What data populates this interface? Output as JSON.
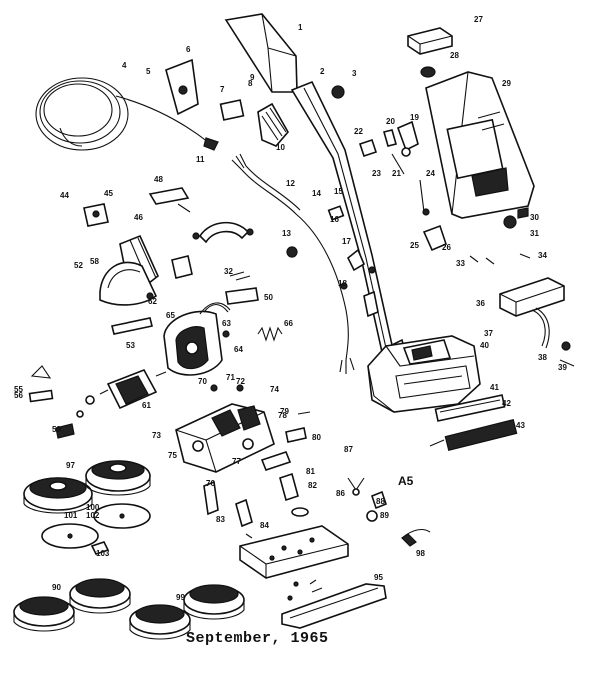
{
  "caption": "September, 1965",
  "sheet_code": "A5",
  "part_labels": [
    {
      "id": "1",
      "text": "1"
    },
    {
      "id": "2",
      "text": "2"
    },
    {
      "id": "3",
      "text": "3"
    },
    {
      "id": "4",
      "text": "4"
    },
    {
      "id": "5",
      "text": "5"
    },
    {
      "id": "6",
      "text": "6"
    },
    {
      "id": "7",
      "text": "7"
    },
    {
      "id": "8",
      "text": "8"
    },
    {
      "id": "9",
      "text": "9"
    },
    {
      "id": "10",
      "text": "10"
    },
    {
      "id": "11",
      "text": "11"
    },
    {
      "id": "12",
      "text": "12"
    },
    {
      "id": "13",
      "text": "13"
    },
    {
      "id": "14",
      "text": "14"
    },
    {
      "id": "15",
      "text": "15"
    },
    {
      "id": "16",
      "text": "16"
    },
    {
      "id": "17",
      "text": "17"
    },
    {
      "id": "18",
      "text": "18"
    },
    {
      "id": "19",
      "text": "19"
    },
    {
      "id": "20",
      "text": "20"
    },
    {
      "id": "21",
      "text": "21"
    },
    {
      "id": "22",
      "text": "22"
    },
    {
      "id": "23",
      "text": "23"
    },
    {
      "id": "24",
      "text": "24"
    },
    {
      "id": "25",
      "text": "25"
    },
    {
      "id": "26",
      "text": "26"
    },
    {
      "id": "27",
      "text": "27"
    },
    {
      "id": "28",
      "text": "28"
    },
    {
      "id": "29",
      "text": "29"
    },
    {
      "id": "30",
      "text": "30"
    },
    {
      "id": "31",
      "text": "31"
    },
    {
      "id": "32",
      "text": "32"
    },
    {
      "id": "33",
      "text": "33"
    },
    {
      "id": "34",
      "text": "34"
    },
    {
      "id": "36",
      "text": "36"
    },
    {
      "id": "37",
      "text": "37"
    },
    {
      "id": "38",
      "text": "38"
    },
    {
      "id": "39",
      "text": "39"
    },
    {
      "id": "40",
      "text": "40"
    },
    {
      "id": "41",
      "text": "41"
    },
    {
      "id": "42",
      "text": "42"
    },
    {
      "id": "43",
      "text": "43"
    },
    {
      "id": "44",
      "text": "44"
    },
    {
      "id": "45",
      "text": "45"
    },
    {
      "id": "46",
      "text": "46"
    },
    {
      "id": "48",
      "text": "48"
    },
    {
      "id": "50",
      "text": "50"
    },
    {
      "id": "52",
      "text": "52"
    },
    {
      "id": "53",
      "text": "53"
    },
    {
      "id": "55",
      "text": "55"
    },
    {
      "id": "56",
      "text": "56"
    },
    {
      "id": "58",
      "text": "58"
    },
    {
      "id": "59",
      "text": "59"
    },
    {
      "id": "61",
      "text": "61"
    },
    {
      "id": "62",
      "text": "62"
    },
    {
      "id": "63",
      "text": "63"
    },
    {
      "id": "64",
      "text": "64"
    },
    {
      "id": "65",
      "text": "65"
    },
    {
      "id": "66",
      "text": "66"
    },
    {
      "id": "70",
      "text": "70"
    },
    {
      "id": "71",
      "text": "71"
    },
    {
      "id": "72",
      "text": "72"
    },
    {
      "id": "73",
      "text": "73"
    },
    {
      "id": "74",
      "text": "74"
    },
    {
      "id": "75",
      "text": "75"
    },
    {
      "id": "76",
      "text": "76"
    },
    {
      "id": "77",
      "text": "77"
    },
    {
      "id": "78",
      "text": "78"
    },
    {
      "id": "79",
      "text": "79"
    },
    {
      "id": "80",
      "text": "80"
    },
    {
      "id": "81",
      "text": "81"
    },
    {
      "id": "82",
      "text": "82"
    },
    {
      "id": "83",
      "text": "83"
    },
    {
      "id": "84",
      "text": "84"
    },
    {
      "id": "86",
      "text": "86"
    },
    {
      "id": "87",
      "text": "87"
    },
    {
      "id": "88",
      "text": "88"
    },
    {
      "id": "89",
      "text": "89"
    },
    {
      "id": "90",
      "text": "90"
    },
    {
      "id": "95",
      "text": "95"
    },
    {
      "id": "97",
      "text": "97"
    },
    {
      "id": "98",
      "text": "98"
    },
    {
      "id": "99",
      "text": "99"
    },
    {
      "id": "100",
      "text": "100"
    },
    {
      "id": "101",
      "text": "101"
    },
    {
      "id": "102",
      "text": "102"
    },
    {
      "id": "103",
      "text": "103"
    }
  ]
}
